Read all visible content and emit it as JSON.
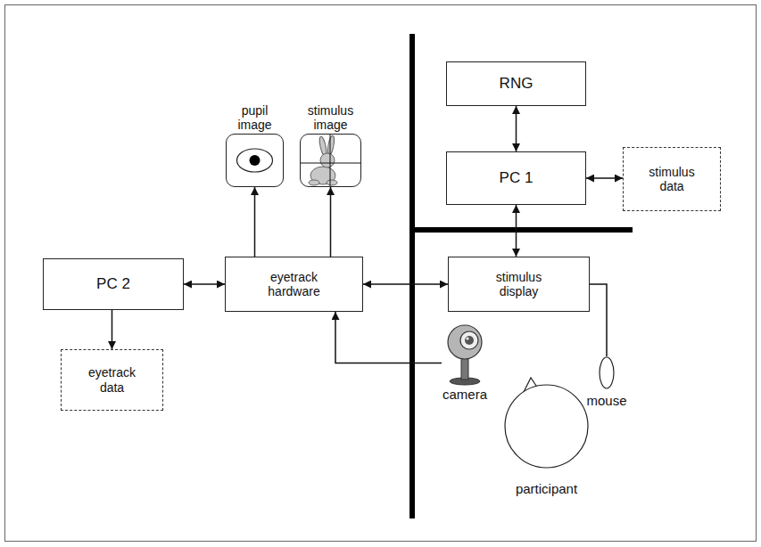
{
  "diagram": {
    "nodes": [
      {
        "text": [
          "pupil image"
        ]
      },
      {
        "text": [
          "stimulus image"
        ]
      },
      {
        "text": [
          "RNG"
        ]
      },
      {
        "text": [
          "PC 1"
        ]
      },
      {
        "text": [
          "stimulus data"
        ]
      },
      {
        "text": [
          "PC 2"
        ]
      },
      {
        "text": [
          "eyetrack hardware"
        ]
      },
      {
        "text": [
          "stimulus display"
        ]
      },
      {
        "text": [
          "eyetrack data"
        ]
      },
      {
        "text": [
          "camera"
        ]
      },
      {
        "text": [
          "mouse"
        ]
      },
      {
        "text": [
          "participant"
        ]
      }
    ],
    "edges": [
      {
        "from": 2,
        "to": 3,
        "arrow": "both"
      },
      {
        "from": 3,
        "to": 4,
        "arrow": "both"
      },
      {
        "from": 3,
        "to": 7,
        "arrow": "both"
      },
      {
        "from": 5,
        "to": 6,
        "arrow": "both"
      },
      {
        "from": 5,
        "to": 8,
        "arrow": "to"
      },
      {
        "from": 6,
        "to": 0,
        "arrow": "to"
      },
      {
        "from": 6,
        "to": 1,
        "arrow": "to"
      },
      {
        "from": 6,
        "to": 7,
        "arrow": "both"
      },
      {
        "from": 9,
        "to": 6,
        "arrow": "to"
      },
      {
        "from": 7,
        "to": 10,
        "arrow": "none"
      }
    ]
  }
}
